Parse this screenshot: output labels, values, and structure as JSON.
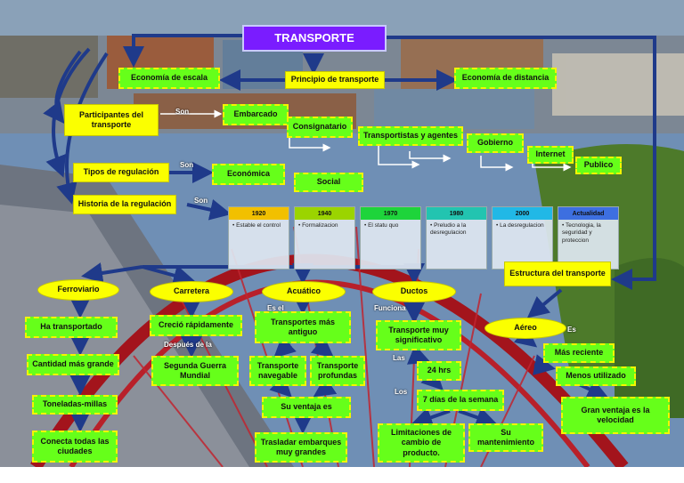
{
  "title": "TRANSPORTE",
  "nodes": {
    "economia_escala": "Economía de escala",
    "principio": "Principio de transporte",
    "economia_distancia": "Economía de distancia",
    "participantes": "Participantes del transporte",
    "embarcado": "Embarcado",
    "consignatario": "Consignatario",
    "transportistas": "Transportistas y agentes",
    "gobierno": "Gobierno",
    "internet": "Internet",
    "publico": "Publico",
    "tipos_regulacion": "Tipos de regulación",
    "economica": "Económica",
    "social": "Social",
    "historia_regulacion": "Historia de la regulación",
    "estructura": "Estructura del transporte",
    "ferroviario": "Ferroviario",
    "carretera": "Carretera",
    "acuatico": "Acuático",
    "ductos": "Ductos",
    "aereo": "Aéreo",
    "ha_transportado": "Ha transportado",
    "cantidad_grande": "Cantidad más grande",
    "toneladas": "Toneladas-millas",
    "conecta": "Conecta todas las ciudades",
    "crecio": "Creció rápidamente",
    "segunda_guerra": "Segunda Guerra Mundial",
    "transportes_antiguo": "Transportes más antiguo",
    "navegable": "Transporte navegable",
    "profundas": "Transporte profundas",
    "ventajas_acuatico": "Su ventaja es",
    "trasladar": "Trasladar embarques muy grandes",
    "significativo": "Transporte muy significativo",
    "24hrs": "24 hrs",
    "7dias": "7 días de la semana",
    "limitaciones": "Limitaciones de cambio de producto.",
    "mantenimiento": "Su mantenimiento",
    "mas_reciente": "Más reciente",
    "menos_utilizado": "Menos utilizado",
    "gran_ventaja": "Gran ventaja es la velocidad"
  },
  "labels": {
    "son1": "Son",
    "son2": "Son",
    "son3": "Son",
    "es_el": "Es el",
    "funciona": "Funciona",
    "las": "Las",
    "los": "Los",
    "despues": "Después de la",
    "es": "Es"
  },
  "timeline": [
    {
      "year": "1920",
      "text": "• Estable el control",
      "color": "#f2c000"
    },
    {
      "year": "1940",
      "text": "• Formalizacion",
      "color": "#9bd400"
    },
    {
      "year": "1970",
      "text": "• El statu quo",
      "color": "#1ed43b"
    },
    {
      "year": "1980",
      "text": "• Preludio a la desregulacion",
      "color": "#22c4b0"
    },
    {
      "year": "2000",
      "text": "• La desregulacion",
      "color": "#21b8e6"
    },
    {
      "year": "Actualidad",
      "text": "• Tecnologia, la seguridad y proteccion",
      "color": "#3d6fe0"
    }
  ]
}
